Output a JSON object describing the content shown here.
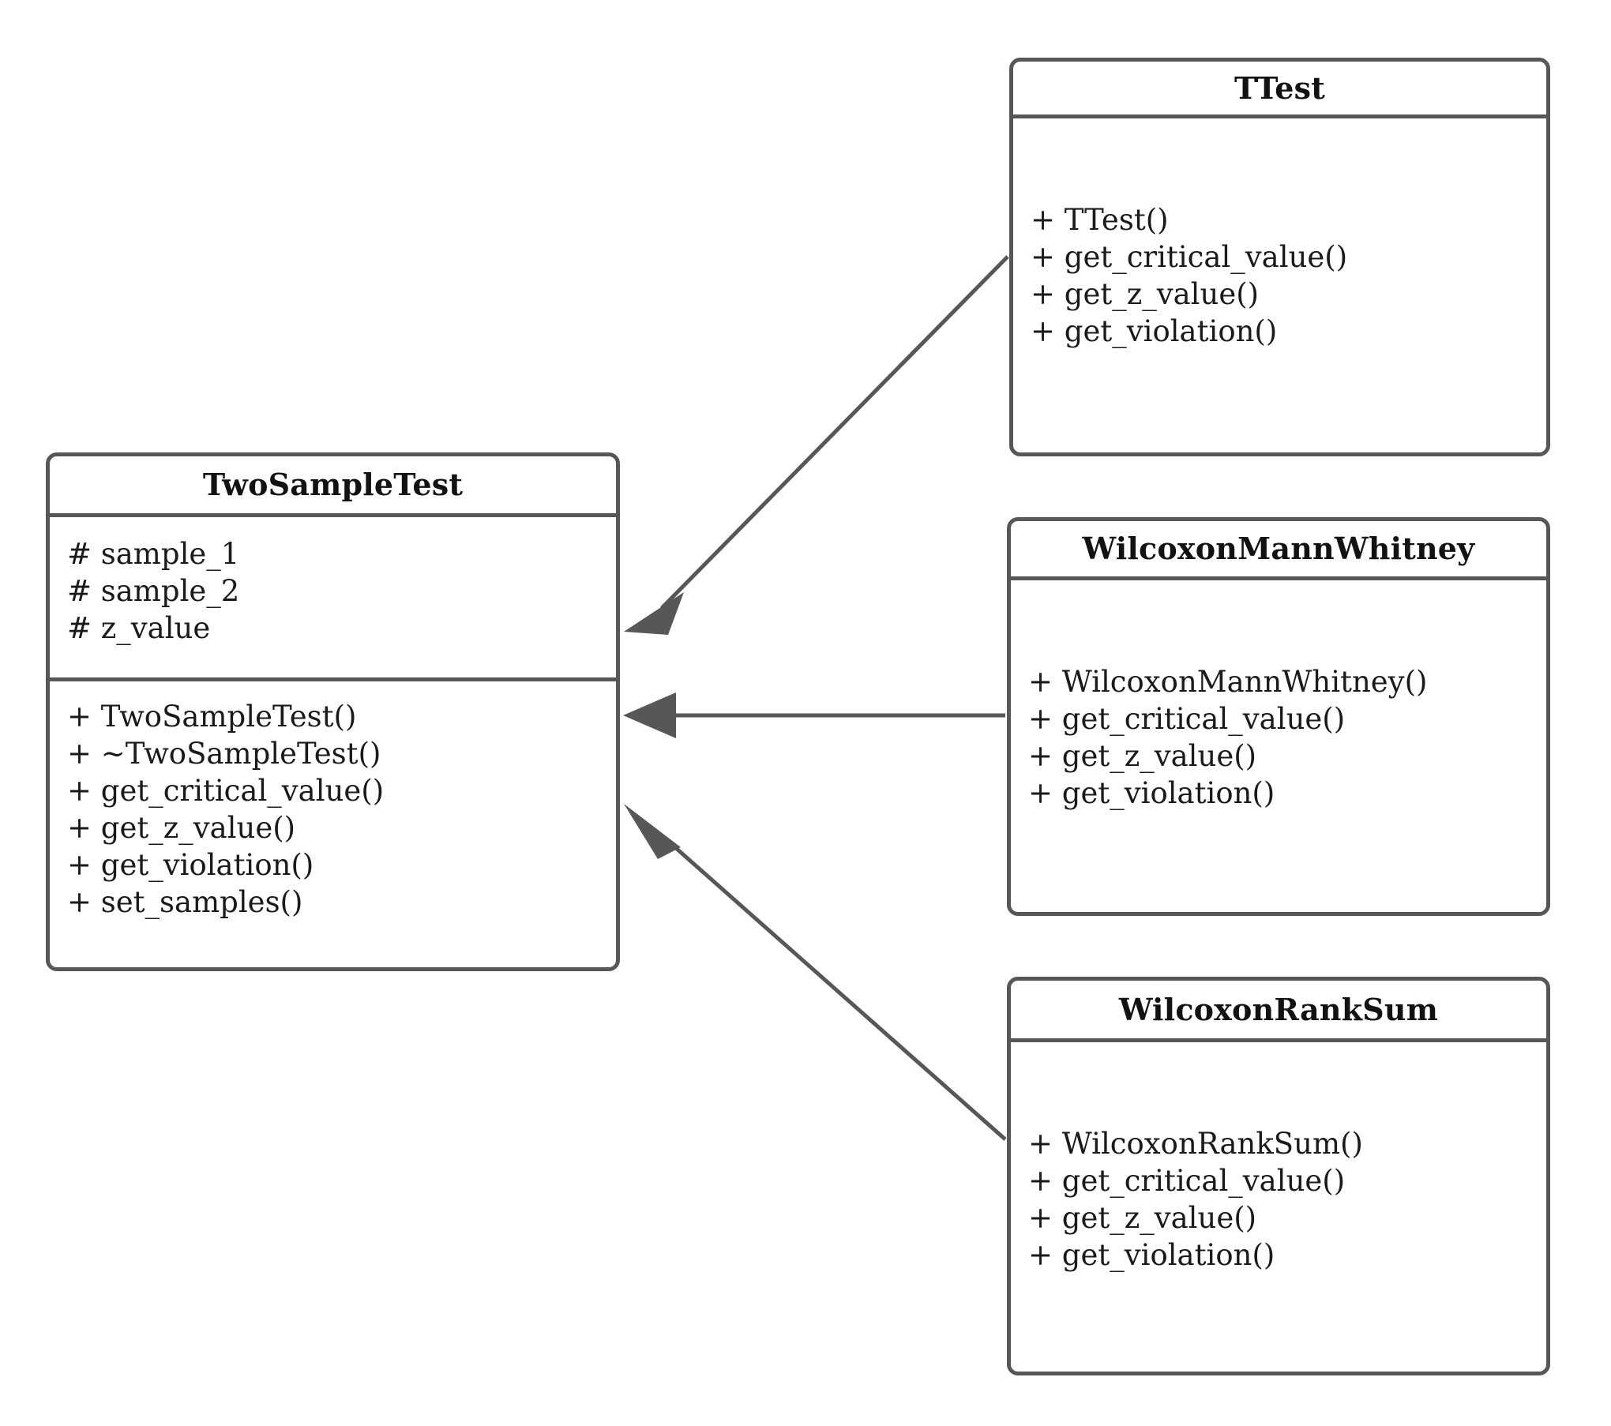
{
  "diagram": {
    "kind": "uml-class-diagram",
    "colors": {
      "stroke": "#575757",
      "fill": "#ffffff",
      "text": "#1a1a1a",
      "title_text": "#121212"
    }
  },
  "classes": [
    {
      "id": "two-sample-test",
      "name": "TwoSampleTest",
      "attributes": [
        "# sample_1",
        "# sample_2",
        "# z_value"
      ],
      "methods": [
        "+ TwoSampleTest()",
        "+ ~TwoSampleTest()",
        "+ get_critical_value()",
        "+ get_z_value()",
        "+ get_violation()",
        "+ set_samples()"
      ]
    },
    {
      "id": "ttest",
      "name": "TTest",
      "attributes": [],
      "methods": [
        "+ TTest()",
        "+ get_critical_value()",
        "+ get_z_value()",
        "+ get_violation()"
      ]
    },
    {
      "id": "wilcoxon-mann-whitney",
      "name": "WilcoxonMannWhitney",
      "attributes": [],
      "methods": [
        "+ WilcoxonMannWhitney()",
        "+ get_critical_value()",
        "+ get_z_value()",
        "+ get_violation()"
      ]
    },
    {
      "id": "wilcoxon-rank-sum",
      "name": "WilcoxonRankSum",
      "attributes": [],
      "methods": [
        "+ WilcoxonRankSum()",
        "+ get_critical_value()",
        "+ get_z_value()",
        "+ get_violation()"
      ]
    }
  ],
  "relationships": [
    {
      "id": "ttest-to-two-sample-test",
      "from": "ttest",
      "to": "two-sample-test",
      "type": "generalization"
    },
    {
      "id": "wilcoxon-mann-whitney-to-two-sample-test",
      "from": "wilcoxon-mann-whitney",
      "to": "two-sample-test",
      "type": "generalization"
    },
    {
      "id": "wilcoxon-rank-sum-to-two-sample-test",
      "from": "wilcoxon-rank-sum",
      "to": "two-sample-test",
      "type": "generalization"
    }
  ]
}
